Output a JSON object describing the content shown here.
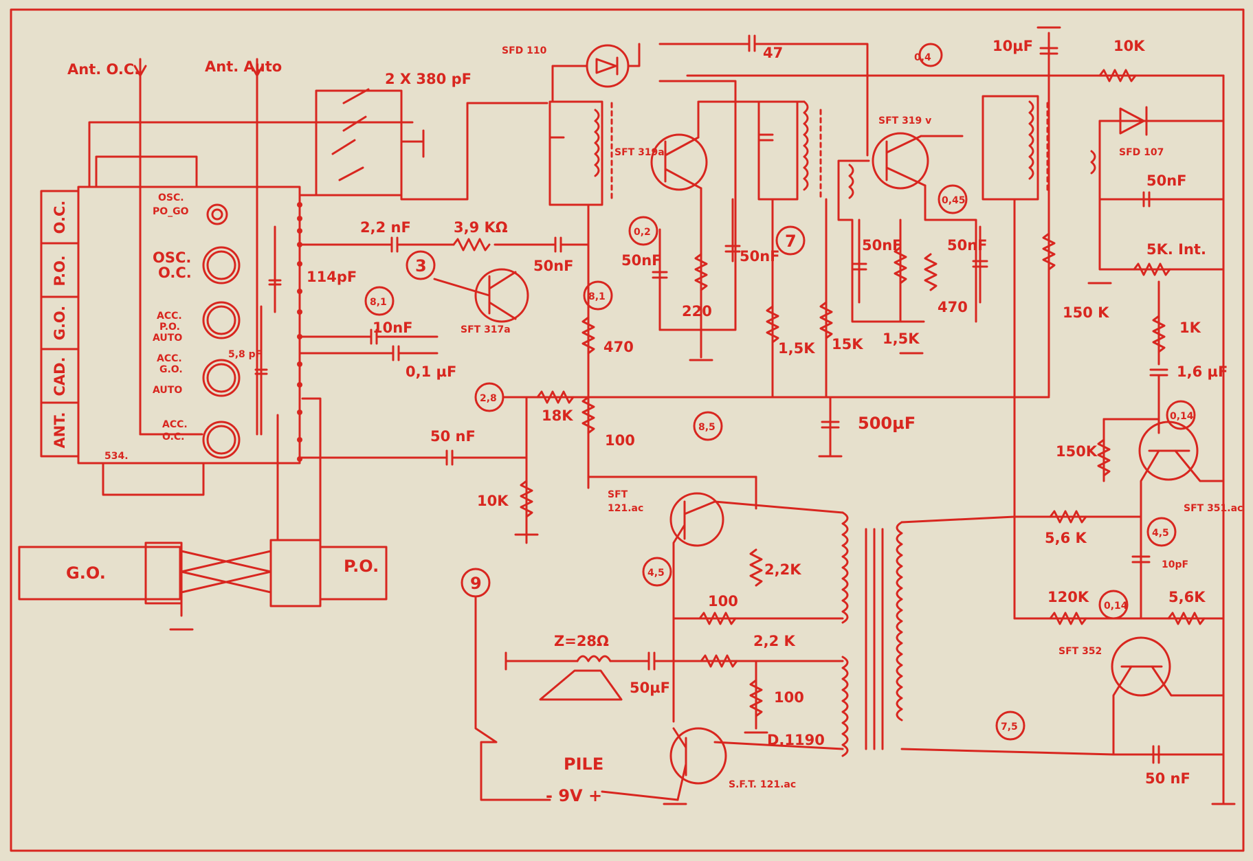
{
  "colors": {
    "paper": "#e6e0cc",
    "ink": "#d8261f"
  },
  "labels": {
    "ant_oc": "Ant. O.C.",
    "ant_auto": "Ant. Auto",
    "cap_2x380": "2 X 380 pF",
    "diode_sfd110": "SFD 110",
    "c47": "47",
    "v04": "0,4",
    "c10uf_top": "10µF",
    "r10k_top": "10K",
    "t_sft319a": "SFT 319a",
    "t_sft319b": "SFT 319 v",
    "diode_sfd107": "SFD 107",
    "c50nf_det": "50nF",
    "osc_pogo": "OSC. PO_GO",
    "osc_oc": "OSC. O.C.",
    "acc_po_auto": "ACC. P.O. AUTO",
    "acc_go_auto": "ACC. G.O. AUTO",
    "acc_oc": "ACC. O.C.",
    "ref534": "534.",
    "c22nf": "2,2 nF",
    "r39k": "3,9 KΩ",
    "c50nf_a": "50nF",
    "v02": "0,2",
    "c50nf_b": "50nF",
    "c50nf_c": "50nF",
    "v7": "7",
    "r220": "220",
    "v045": "0,45",
    "c50nf_d": "50nF",
    "c50nf_e": "50nF",
    "r470_b": "470",
    "r5k": "5K. Int.",
    "r150k_a": "150 K",
    "v3": "3",
    "c114pf": "114pF",
    "v81_a": "8,1",
    "v81_b": "8,1",
    "t_sft317": "SFT 317a",
    "c10nf": "10nF",
    "c01uf": "0,1 µF",
    "c58pf": "5,8 pF",
    "r470_a": "470",
    "r15k_a": "1,5K",
    "r15k_b": "15K",
    "r15k_c": "1,5K",
    "r1k": "1K",
    "c16uf": "1,6 µF",
    "v28": "2,8",
    "r18k": "18K",
    "v85": "8,5",
    "c500uf": "500µF",
    "v014_a": "0,14",
    "r150k_b": "150K",
    "c50nf_f": "50 nF",
    "r100_a": "100",
    "r10k_b": "10K",
    "t_sft351": "SFT 351.ac",
    "t_sft121_a": "SFT 121.ac",
    "r22k": "2,2K",
    "r56k_a": "5,6 K",
    "v45_a": "4,5",
    "v45_b": "4,5",
    "c10pf": "10pF",
    "r100_b": "100",
    "r120k": "120K",
    "v014_b": "0,14",
    "r56k_b": "5,6K",
    "v9": "9",
    "z28": "Z=28Ω",
    "c50uf": "50µF",
    "r22k_b": "2,2 K",
    "r100_c": "100",
    "t_sft352": "SFT 352",
    "v75": "7,5",
    "pile": "PILE",
    "pile_v": "- 9V +",
    "t_sft121_b": "S.F.T. 121.ac",
    "d1190": "D.1190",
    "c50nf_g": "50 nF",
    "go": "G.O.",
    "po": "P.O."
  },
  "band_buttons": [
    "O.C.",
    "P.O.",
    "G.O.",
    "CAD.",
    "ANT."
  ]
}
